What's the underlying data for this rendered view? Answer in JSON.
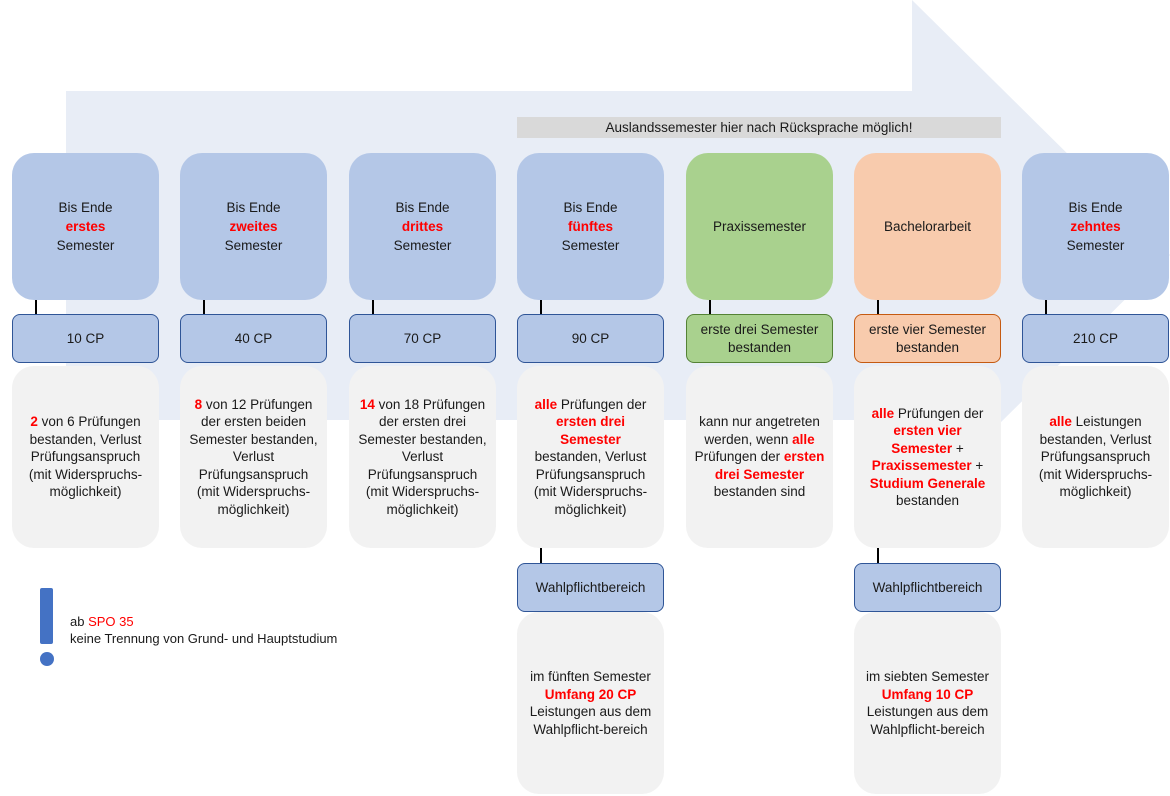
{
  "banner": "Auslandssemester hier nach Rücksprache möglich!",
  "columns": [
    {
      "color": "blue",
      "head": [
        "Bis Ende",
        "erstes",
        "Semester"
      ],
      "cp": "10 CP",
      "desc": [
        {
          "r": "2"
        },
        {
          "t": " von 6 Prüfungen bestanden, Verlust Prüfungsanspruch (mit Widerspruchs-möglichkeit)"
        }
      ]
    },
    {
      "color": "blue",
      "head": [
        "Bis Ende",
        "zweites",
        "Semester"
      ],
      "cp": "40 CP",
      "desc": [
        {
          "r": "8"
        },
        {
          "t": " von 12 Prüfungen der ersten beiden Semester bestanden, Verlust Prüfungsanspruch (mit Widerspruchs-möglichkeit)"
        }
      ]
    },
    {
      "color": "blue",
      "head": [
        "Bis Ende",
        "drittes",
        "Semester"
      ],
      "cp": "70 CP",
      "desc": [
        {
          "r": "14"
        },
        {
          "t": " von 18 Prüfungen der ersten drei Semester bestanden, Verlust Prüfungsanspruch (mit Widerspruchs-möglichkeit)"
        }
      ]
    },
    {
      "color": "blue",
      "head": [
        "Bis Ende",
        "fünftes",
        "Semester"
      ],
      "cp": "90 CP",
      "desc": [
        {
          "r": "alle"
        },
        {
          "t": " Prüfungen der "
        },
        {
          "r": "ersten drei Semester"
        },
        {
          "t": " bestanden, Verlust Prüfungsanspruch (mit Widerspruchs-möglichkeit)"
        }
      ]
    },
    {
      "color": "green",
      "head": [
        "Praxissemester"
      ],
      "cp": "erste drei Semester bestanden",
      "desc": [
        {
          "t": "kann nur angetreten werden, wenn "
        },
        {
          "r": "alle"
        },
        {
          "t": " Prüfungen der "
        },
        {
          "r": "ersten drei Semester"
        },
        {
          "t": " bestanden sind"
        }
      ]
    },
    {
      "color": "orange",
      "head": [
        "Bachelorarbeit"
      ],
      "cp": "erste vier Semester bestanden",
      "desc": [
        {
          "r": "alle"
        },
        {
          "t": " Prüfungen der "
        },
        {
          "r": "ersten vier Semester"
        },
        {
          "t": " + "
        },
        {
          "r": "Praxissemester"
        },
        {
          "t": " + "
        },
        {
          "r": "Studium Generale"
        },
        {
          "t": " bestanden"
        }
      ]
    },
    {
      "color": "blue",
      "head": [
        "Bis Ende",
        "zehntes",
        "Semester"
      ],
      "cp": "210 CP",
      "desc": [
        {
          "r": "alle"
        },
        {
          "t": " Leistungen bestanden, Verlust Prüfungsanspruch (mit Widerspruchs-möglichkeit)"
        }
      ]
    }
  ],
  "wahlpflicht": [
    {
      "column": 3,
      "label": "Wahlpflichtbereich",
      "desc": [
        {
          "t": "im fünften Semester "
        },
        {
          "r": "Umfang 20 CP"
        },
        {
          "t": " Leistungen aus dem Wahlpflicht-bereich"
        }
      ]
    },
    {
      "column": 5,
      "label": "Wahlpflichtbereich",
      "desc": [
        {
          "t": "im siebten Semester "
        },
        {
          "r": "Umfang 10 CP"
        },
        {
          "t": " Leistungen aus dem Wahlpflicht-bereich"
        }
      ]
    }
  ],
  "note": {
    "prefix": "ab ",
    "highlight": "SPO 35",
    "line2": "keine Trennung von Grund- und Hauptstudium"
  },
  "colors": {
    "arrow": "#e8edf6",
    "blue": "#b4c7e7",
    "green": "#a9d18e",
    "orange": "#f8cbad",
    "panel": "#f2f2f2",
    "highlight": "#ff0000",
    "icon": "#4472c4"
  },
  "icons": [
    "exclamation-icon"
  ]
}
